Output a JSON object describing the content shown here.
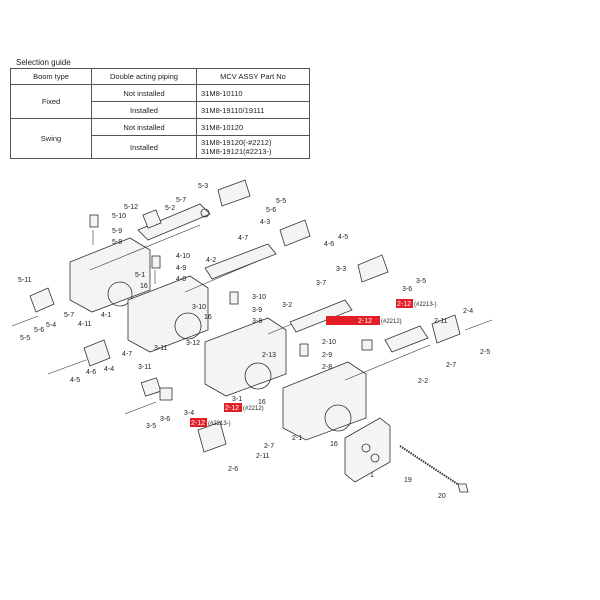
{
  "selection_guide": {
    "title": "Selection guide",
    "headers": [
      "Boom type",
      "Double acting piping",
      "MCV ASSY Part No"
    ],
    "rows": [
      {
        "boom": "Fixed",
        "piping": "Not installed",
        "part": "31M8-10110"
      },
      {
        "boom": "",
        "piping": "Installed",
        "part": "31M8-19110/19111"
      },
      {
        "boom": "Swing",
        "piping": "Not installed",
        "part": "31M8-10120"
      },
      {
        "boom": "",
        "piping": "Installed",
        "part": "31M8-19120(-#2212)",
        "part2": "31M8-19121(#2213-)"
      }
    ]
  },
  "labels": {
    "l1": "1",
    "l2_1": "2-1",
    "l2_2": "2-2",
    "l2_4": "2-4",
    "l2_5": "2-5",
    "l2_6": "2-6",
    "l2_7a": "2-7",
    "l2_7b": "2-7",
    "l2_8": "2-8",
    "l2_9": "2-9",
    "l2_10": "2-10",
    "l2_11a": "2-11",
    "l2_11b": "2-11",
    "l2_13": "2-13",
    "l3_1": "3-1",
    "l3_2": "3-2",
    "l3_3": "3-3",
    "l3_4": "3-4",
    "l3_5a": "3-5",
    "l3_5b": "3-5",
    "l3_6a": "3-6",
    "l3_6b": "3-6",
    "l3_7": "3-7",
    "l3_8": "3-8",
    "l3_9": "3-9",
    "l3_10a": "3-10",
    "l3_10b": "3-10",
    "l3_11": "3-11",
    "l3_12": "3-12",
    "l4_1": "4-1",
    "l4_2": "4-2",
    "l4_3": "4-3",
    "l4_4": "4-4",
    "l4_5a": "4-5",
    "l4_5b": "4-5",
    "l4_6a": "4-6",
    "l4_6b": "4-6",
    "l4_7a": "4-7",
    "l4_7b": "4-7",
    "l4_8": "4-8",
    "l4_9": "4-9",
    "l4_10": "4-10",
    "l4_11": "4-11",
    "l5_1": "5-1",
    "l5_2": "5-2",
    "l5_3": "5-3",
    "l5_4": "5-4",
    "l5_5a": "5-5",
    "l5_5b": "5-5",
    "l5_6a": "5-6",
    "l5_6b": "5-6",
    "l5_7a": "5-7",
    "l5_7b": "5-7",
    "l5_8": "5-8",
    "l5_9": "5-9",
    "l5_10": "5-10",
    "l5_11": "5-11",
    "l5_12": "5-12",
    "l16a": "16",
    "l16b": "16",
    "l16c": "16",
    "l16d": "16",
    "l19": "19",
    "l20": "20"
  },
  "highlights": {
    "h1": "2-12",
    "h1_note": "(#2213-)",
    "h2": "2-12",
    "h2_note": "(#2212)",
    "h3": "2-12",
    "h3_note": "(#2212)",
    "h4": "2-12",
    "h4_note": "(#2213-)"
  },
  "colors": {
    "highlight": "#e41e26"
  }
}
